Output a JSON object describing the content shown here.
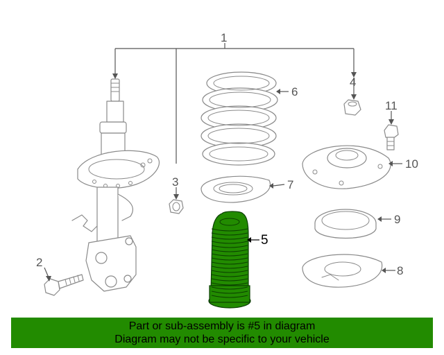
{
  "colors": {
    "highlight_part": "#228b00",
    "banner_bg": "#228b00",
    "outline": "#8a8a8a"
  },
  "diagram": {
    "callouts": {
      "c1": "1",
      "c2": "2",
      "c3": "3",
      "c4": "4",
      "c5": "5",
      "c6": "6",
      "c7": "7",
      "c8": "8",
      "c9": "9",
      "c10": "10",
      "c11": "11"
    },
    "highlighted_callout": "5"
  },
  "banner": {
    "line1": "Part or sub-assembly is #5 in diagram",
    "line2": "Diagram may not be specific to your vehicle"
  }
}
